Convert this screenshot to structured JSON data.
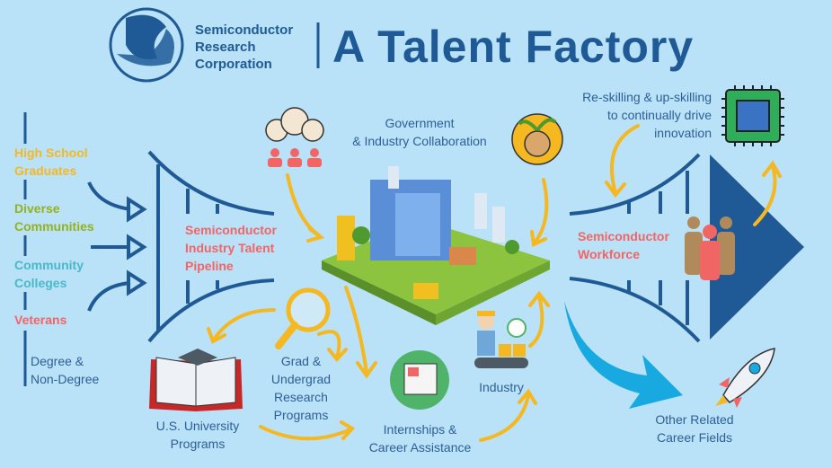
{
  "header": {
    "org_name": [
      "Semiconductor",
      "Research",
      "Corporation"
    ],
    "title": "A Talent Factory"
  },
  "sources": [
    {
      "label": [
        "High School",
        "Graduates"
      ],
      "color": "#f5b820"
    },
    {
      "label": [
        "Diverse",
        "Communities"
      ],
      "color": "#95b21b"
    },
    {
      "label": [
        "Community",
        "Colleges"
      ],
      "color": "#4bb8c9"
    },
    {
      "label": [
        "Veterans"
      ],
      "color": "#f26565"
    }
  ],
  "degree_note": [
    "Degree &",
    "Non-Degree"
  ],
  "pipeline_label": [
    "Semiconductor",
    "Industry Talent",
    "Pipeline"
  ],
  "workforce_label": [
    "Semiconductor",
    "Workforce"
  ],
  "collaboration_label": [
    "Government",
    "& Industry Collaboration"
  ],
  "reskilling_label": [
    "Re-skilling & up-skilling",
    "to continually drive",
    "innovation"
  ],
  "university_label": [
    "U.S. University",
    "Programs"
  ],
  "research_label": [
    "Grad &",
    "Undergrad",
    "Research",
    "Programs"
  ],
  "internships_label": [
    "Internships &",
    "Career Assistance"
  ],
  "industry_label": "Industry",
  "other_fields_label": [
    "Other Related",
    "Career Fields"
  ],
  "colors": {
    "background": "#b9e1f7",
    "dark_blue": "#1f5a96",
    "arrow_yellow": "#f5b820",
    "cyan_arrow": "#18a9e0",
    "red": "#f26565"
  }
}
